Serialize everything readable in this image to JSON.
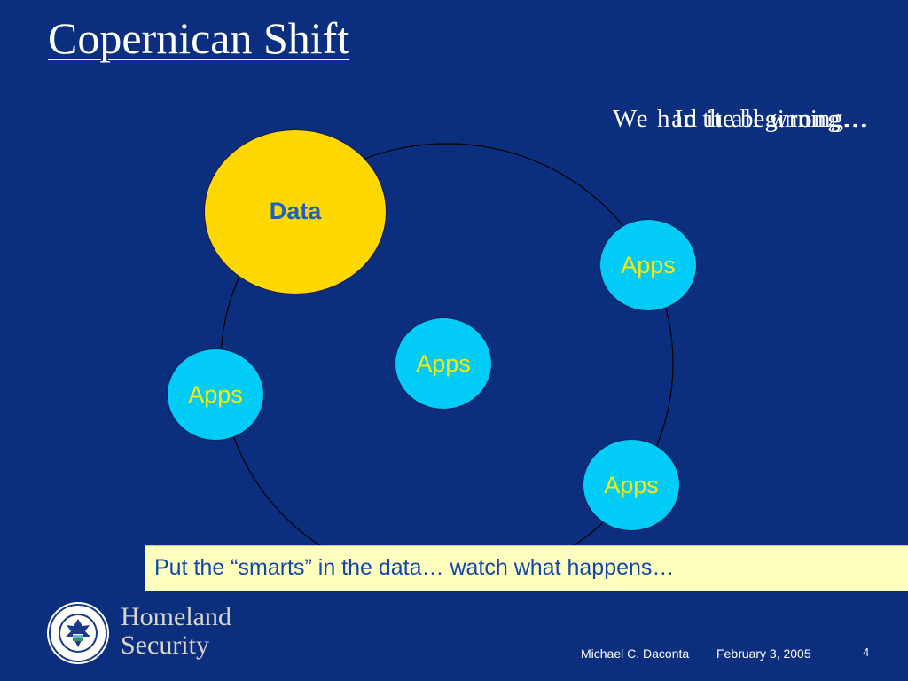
{
  "slide": {
    "title": "Copernican Shift",
    "caption_a": "In the beginning…",
    "caption_b": "We had it all wrong…",
    "center_label": "Data",
    "app_labels": [
      "Apps",
      "Apps",
      "Apps",
      "Apps"
    ],
    "callout": "Put the “smarts” in the data… watch what happens…"
  },
  "logo": {
    "line1": "Homeland",
    "line2": "Security"
  },
  "footer": {
    "author": "Michael C. Daconta",
    "date": "February 3, 2005",
    "page_number": "4"
  },
  "colors": {
    "background": "#0b2f7e",
    "data_fill": "#ffd800",
    "apps_fill": "#00ccf7",
    "apps_text": "#ffe800",
    "callout_fill": "#ffffc0",
    "callout_text": "#1448a8"
  },
  "icons": {
    "logo_mark": "dhs-seal-icon"
  }
}
